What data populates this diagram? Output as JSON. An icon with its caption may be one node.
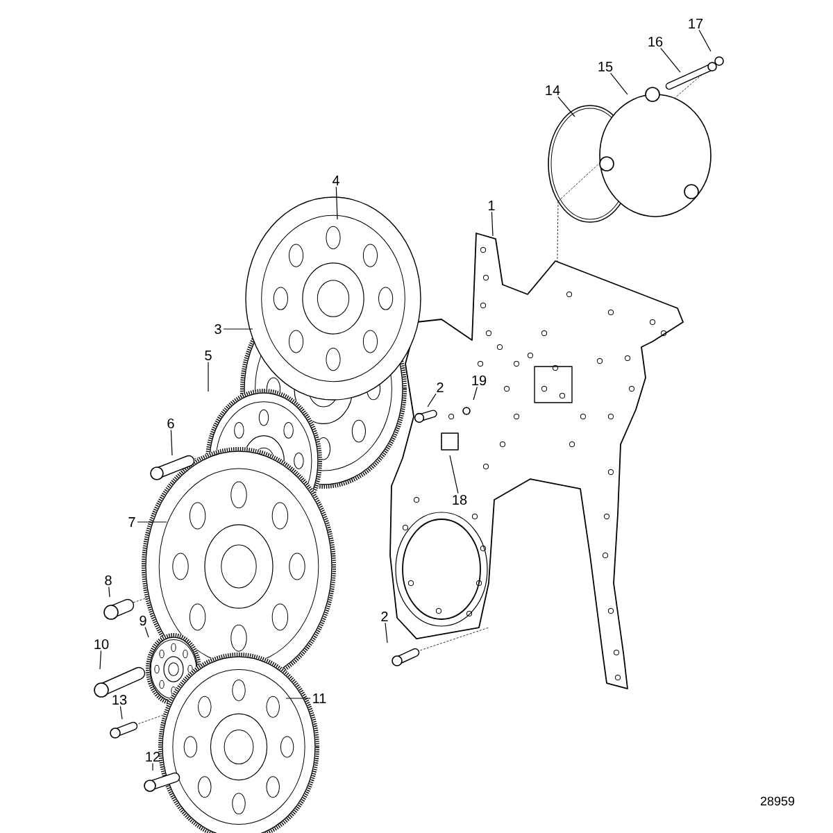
{
  "diagram": {
    "nodes": [
      {
        "text": [
          "17"
        ]
      },
      {
        "text": [
          "16"
        ]
      },
      {
        "text": [
          "15"
        ]
      },
      {
        "text": [
          "14"
        ]
      },
      {
        "text": [
          "4"
        ]
      },
      {
        "text": [
          "1"
        ]
      },
      {
        "text": [
          "3"
        ]
      },
      {
        "text": [
          "5"
        ]
      },
      {
        "text": [
          "19"
        ]
      },
      {
        "text": [
          "2"
        ]
      },
      {
        "text": [
          "6"
        ]
      },
      {
        "text": [
          "18"
        ]
      },
      {
        "text": [
          "7"
        ]
      },
      {
        "text": [
          "8"
        ]
      },
      {
        "text": [
          "9"
        ]
      },
      {
        "text": [
          "2"
        ]
      },
      {
        "text": [
          "10"
        ]
      },
      {
        "text": [
          "11"
        ]
      },
      {
        "text": [
          "13"
        ]
      },
      {
        "text": [
          "12"
        ]
      }
    ],
    "edges": [
      {
        "from": 0,
        "to": null,
        "arrow": "none"
      },
      {
        "from": 1,
        "to": null,
        "arrow": "none"
      },
      {
        "from": 2,
        "to": null,
        "arrow": "none"
      },
      {
        "from": 3,
        "to": null,
        "arrow": "none"
      },
      {
        "from": 4,
        "to": null,
        "arrow": "none"
      },
      {
        "from": 5,
        "to": null,
        "arrow": "none"
      },
      {
        "from": 6,
        "to": null,
        "arrow": "none"
      },
      {
        "from": 7,
        "to": null,
        "arrow": "none"
      },
      {
        "from": 8,
        "to": null,
        "arrow": "none"
      },
      {
        "from": 9,
        "to": null,
        "arrow": "none"
      },
      {
        "from": 10,
        "to": null,
        "arrow": "none"
      },
      {
        "from": 11,
        "to": null,
        "arrow": "none"
      },
      {
        "from": 12,
        "to": null,
        "arrow": "none"
      },
      {
        "from": 13,
        "to": null,
        "arrow": "none"
      },
      {
        "from": 14,
        "to": null,
        "arrow": "none"
      },
      {
        "from": 15,
        "to": null,
        "arrow": "none"
      },
      {
        "from": 16,
        "to": null,
        "arrow": "none"
      },
      {
        "from": 17,
        "to": null,
        "arrow": "none"
      },
      {
        "from": 18,
        "to": null,
        "arrow": "none"
      },
      {
        "from": 19,
        "to": null,
        "arrow": "none"
      }
    ],
    "labels": [
      "28959"
    ]
  }
}
